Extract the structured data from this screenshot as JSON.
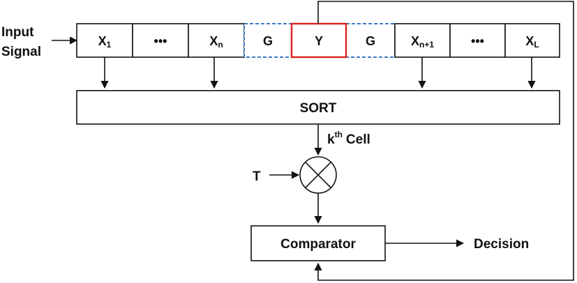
{
  "input": {
    "line1": "Input",
    "line2": "Signal"
  },
  "cells": [
    {
      "main": "X",
      "sub": "1",
      "kind": "ref"
    },
    {
      "main": "•••",
      "sub": "",
      "kind": "ref"
    },
    {
      "main": "X",
      "sub": "n",
      "kind": "ref"
    },
    {
      "main": "G",
      "sub": "",
      "kind": "guard"
    },
    {
      "main": "Y",
      "sub": "",
      "kind": "cut"
    },
    {
      "main": "G",
      "sub": "",
      "kind": "guard"
    },
    {
      "main": "X",
      "sub": "n+1",
      "kind": "ref"
    },
    {
      "main": "•••",
      "sub": "",
      "kind": "ref"
    },
    {
      "main": "X",
      "sub": "L",
      "kind": "ref"
    }
  ],
  "sort": {
    "label": "SORT"
  },
  "kth": {
    "k": "k",
    "sup": "th",
    "rest": "Cell"
  },
  "threshold": {
    "label": "T"
  },
  "comparator": {
    "label": "Comparator"
  },
  "decision": {
    "label": "Decision"
  },
  "colors": {
    "stroke": "#111111",
    "guard": "#3a78c2",
    "cut": "#e02020"
  }
}
